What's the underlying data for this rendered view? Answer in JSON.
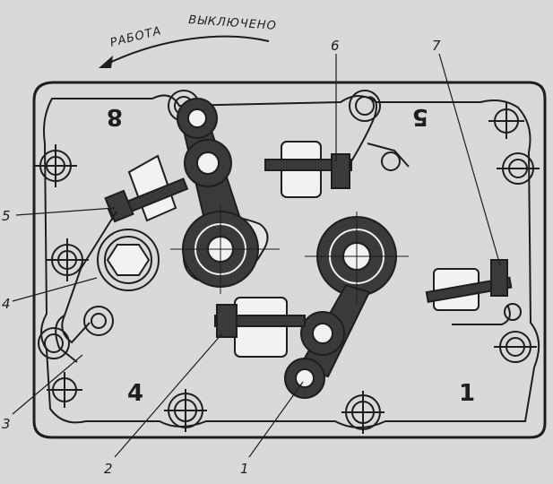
{
  "directions": {
    "left": "РАБОТА",
    "right": "ВЫКЛЮЧЕНО"
  },
  "corner_numbers": {
    "top_left": "8",
    "top_right": "5",
    "bottom_left": "4",
    "bottom_right": "1"
  },
  "callouts": [
    {
      "id": "1",
      "label": "1"
    },
    {
      "id": "2",
      "label": "2"
    },
    {
      "id": "3",
      "label": "3"
    },
    {
      "id": "4",
      "label": "4"
    },
    {
      "id": "5",
      "label": "5"
    },
    {
      "id": "6",
      "label": "6"
    },
    {
      "id": "7",
      "label": "7"
    }
  ],
  "colors": {
    "background": "#d9d9d9",
    "ink": "#1e1e1e",
    "fill_dark": "#3a3a3a",
    "fill_light": "#f2f2f2"
  }
}
